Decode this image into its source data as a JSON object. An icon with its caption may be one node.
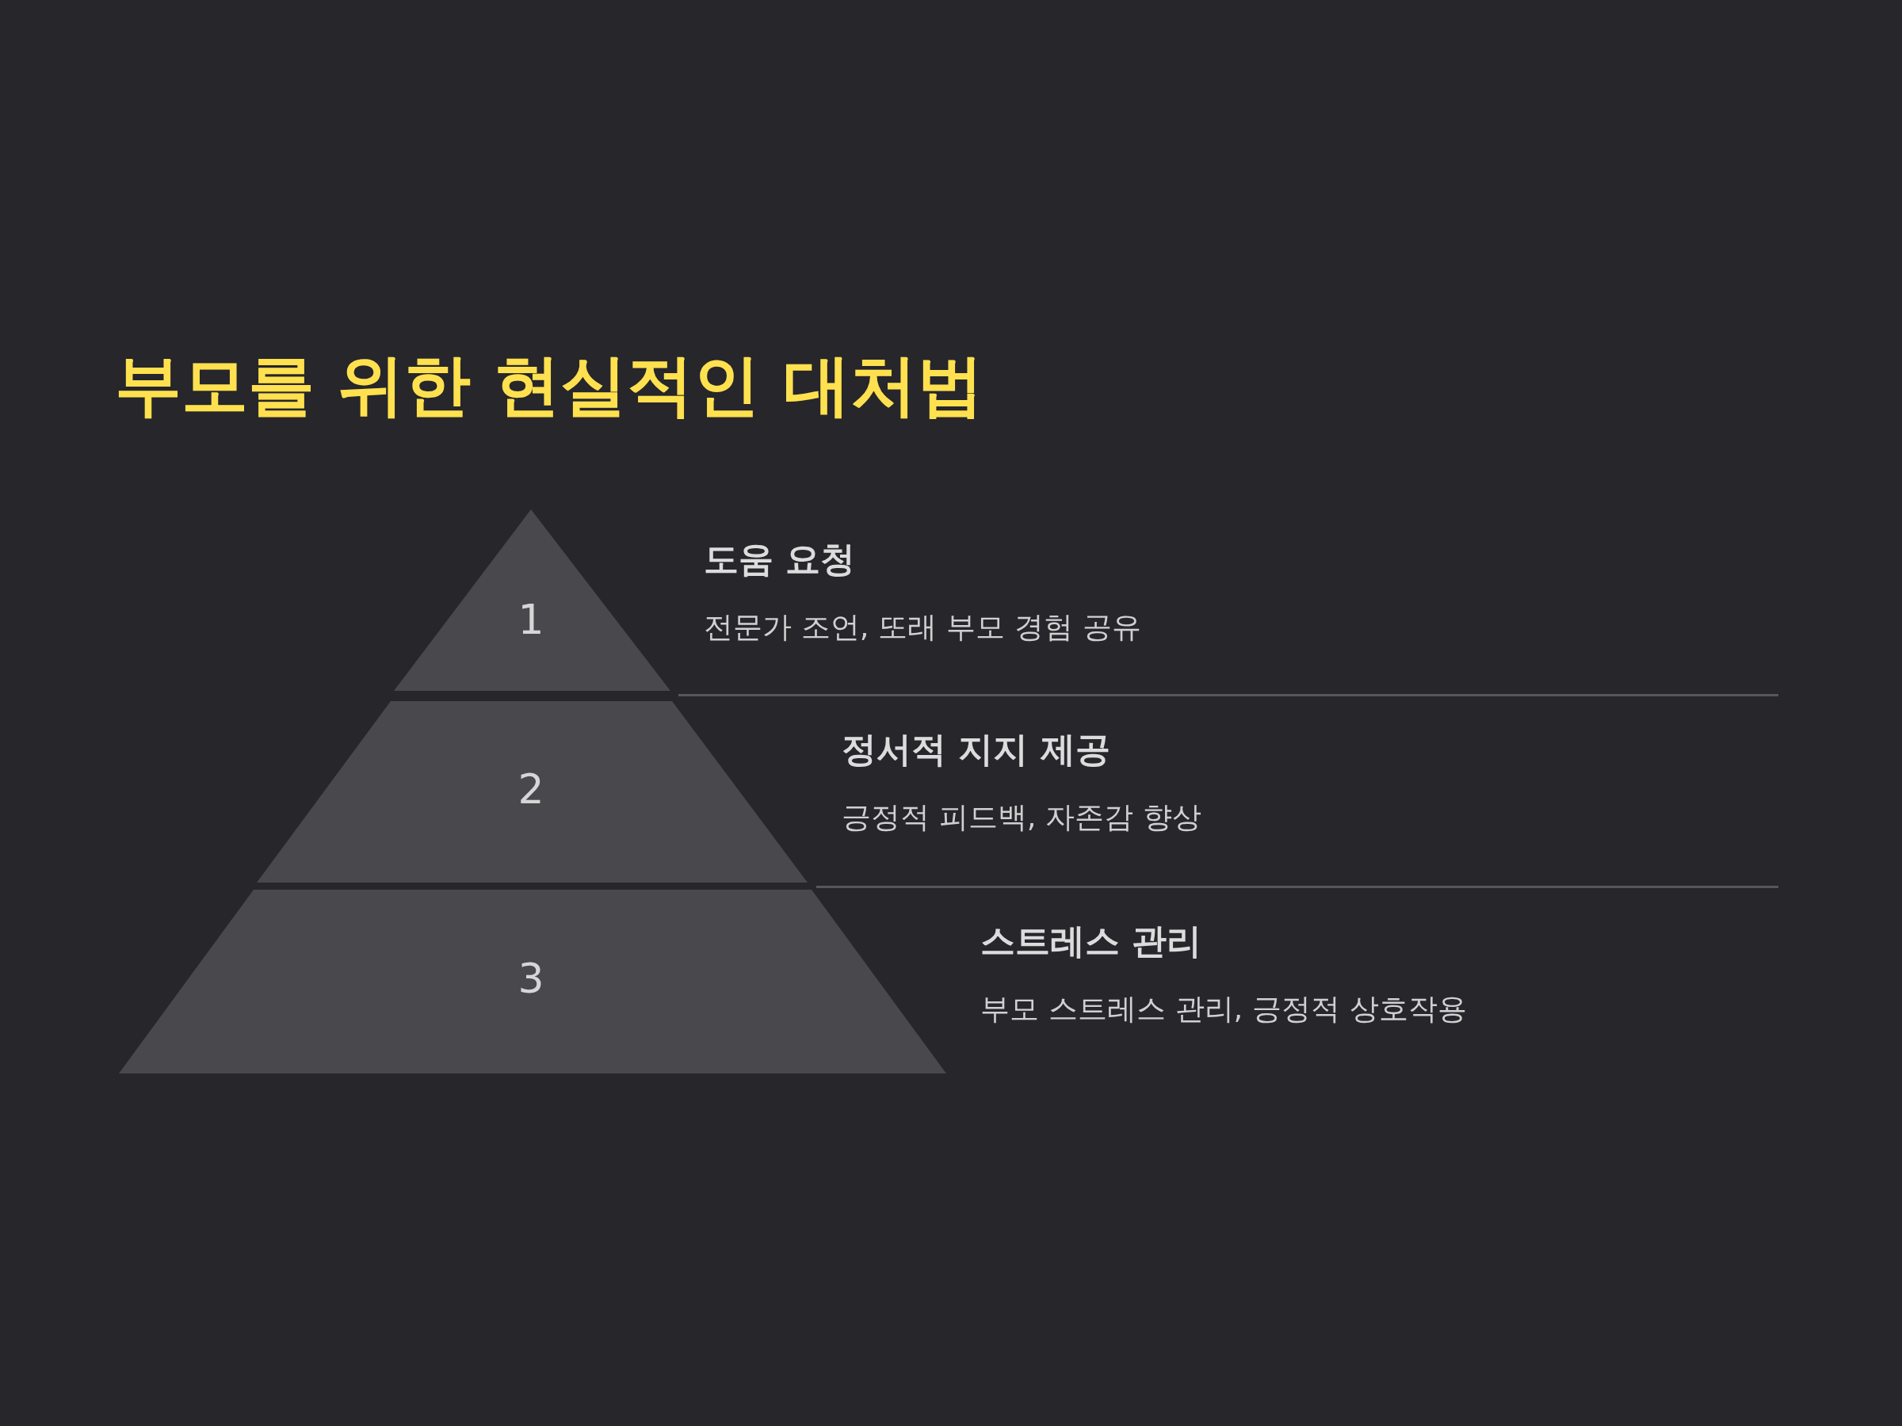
{
  "diagram": {
    "title": "부모를 위한 현실적인 대처법",
    "nodes": [
      {
        "text": [
          "1"
        ],
        "beside": [
          "도움 요청",
          "전문가 조언, 또래 부모 경험 공유"
        ]
      },
      {
        "text": [
          "2"
        ],
        "beside": [
          "정서적 지지 제공",
          "긍정적 피드백, 자존감 향상"
        ]
      },
      {
        "text": [
          "3"
        ],
        "beside": [
          "스트레스 관리",
          "부모 스트레스 관리, 긍정적 상호작용"
        ]
      }
    ],
    "edges": []
  }
}
